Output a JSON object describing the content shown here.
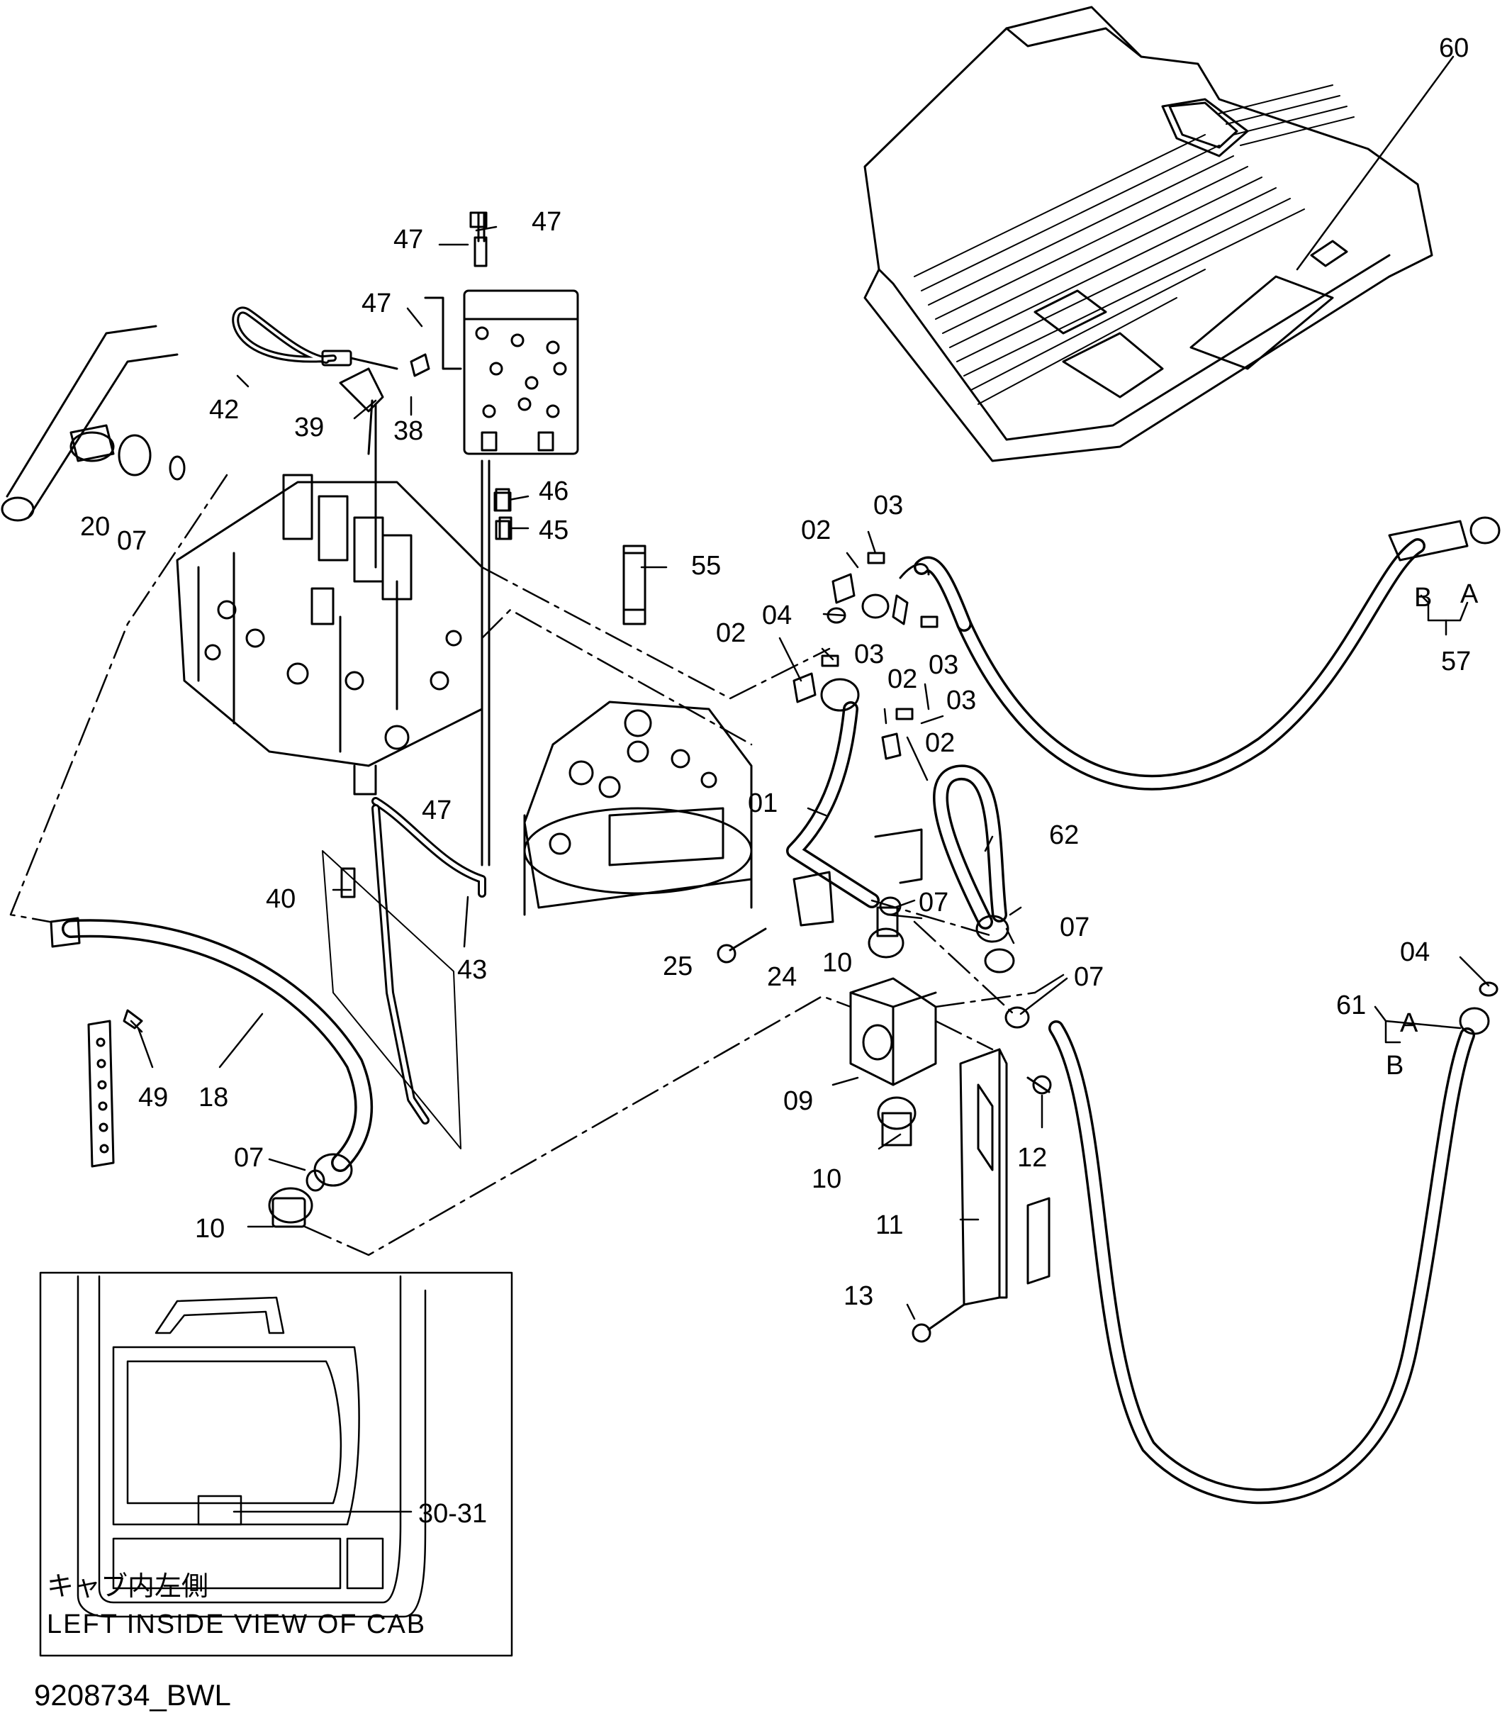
{
  "drawing_code": "9208734_BWL",
  "inset": {
    "title_jp": "キャブ内左側",
    "title_en": "LEFT INSIDE VIEW OF CAB"
  },
  "labels": {
    "p60": "60",
    "p47a": "47",
    "p47b": "47",
    "p47c": "47",
    "p47d": "47",
    "p42": "42",
    "p39": "39",
    "p38": "38",
    "p46": "46",
    "p45": "45",
    "p20": "20",
    "p07a": "07",
    "p55": "55",
    "p02a": "02",
    "p03a": "03",
    "p04a": "04",
    "p02b": "02",
    "p03b": "03",
    "p02c": "02",
    "p03c": "03",
    "p03d": "03",
    "p02d": "02",
    "pB1": "B",
    "pA1": "A",
    "p57": "57",
    "p01": "01",
    "p62": "62",
    "p40": "40",
    "p43": "43",
    "p07b": "07",
    "p07c": "07",
    "p07d": "07",
    "p25": "25",
    "p24": "24",
    "p10a": "10",
    "p04b": "04",
    "p61": "61",
    "pA2": "A",
    "pB2": "B",
    "p09": "09",
    "p12": "12",
    "p10b": "10",
    "p49": "49",
    "p18": "18",
    "p07e": "07",
    "p10c": "10",
    "p11": "11",
    "p13": "13",
    "p3031": "30-31"
  }
}
